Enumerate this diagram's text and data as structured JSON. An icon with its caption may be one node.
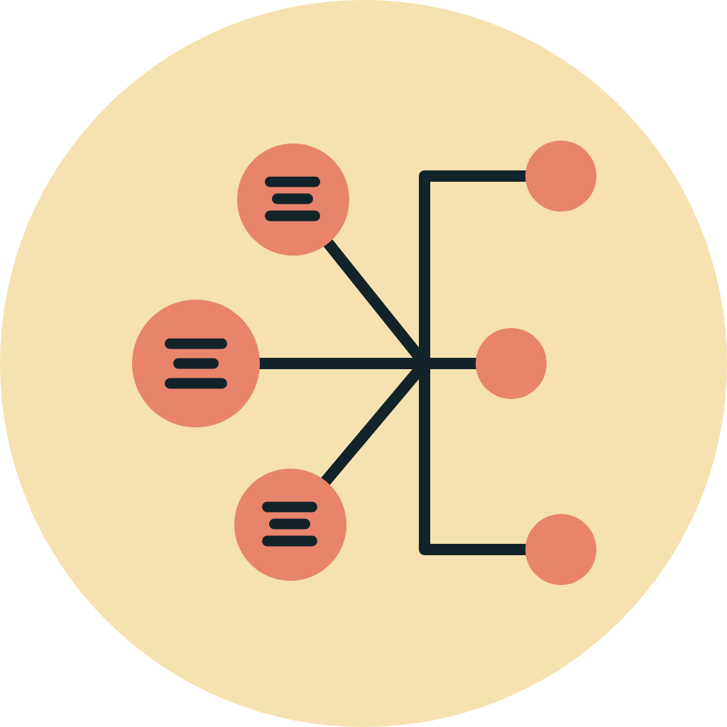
{
  "diagram": {
    "nodes": [
      {
        "text": [],
        "shape": "circle"
      },
      {
        "text": [],
        "shape": "circle"
      },
      {
        "text": [],
        "shape": "circle"
      },
      {
        "text": [],
        "shape": "circle"
      },
      {
        "text": [],
        "shape": "circle"
      },
      {
        "text": [],
        "shape": "circle"
      }
    ],
    "edges": [
      {
        "from": 0,
        "to": 3,
        "arrow": "none"
      },
      {
        "from": 0,
        "to": 4,
        "arrow": "none"
      },
      {
        "from": 0,
        "to": 5,
        "arrow": "none"
      },
      {
        "from": 1,
        "to": 3,
        "arrow": "none"
      },
      {
        "from": 1,
        "to": 4,
        "arrow": "none"
      },
      {
        "from": 1,
        "to": 5,
        "arrow": "none"
      },
      {
        "from": 2,
        "to": 3,
        "arrow": "none"
      },
      {
        "from": 2,
        "to": 4,
        "arrow": "none"
      },
      {
        "from": 2,
        "to": 5,
        "arrow": "none"
      }
    ]
  }
}
